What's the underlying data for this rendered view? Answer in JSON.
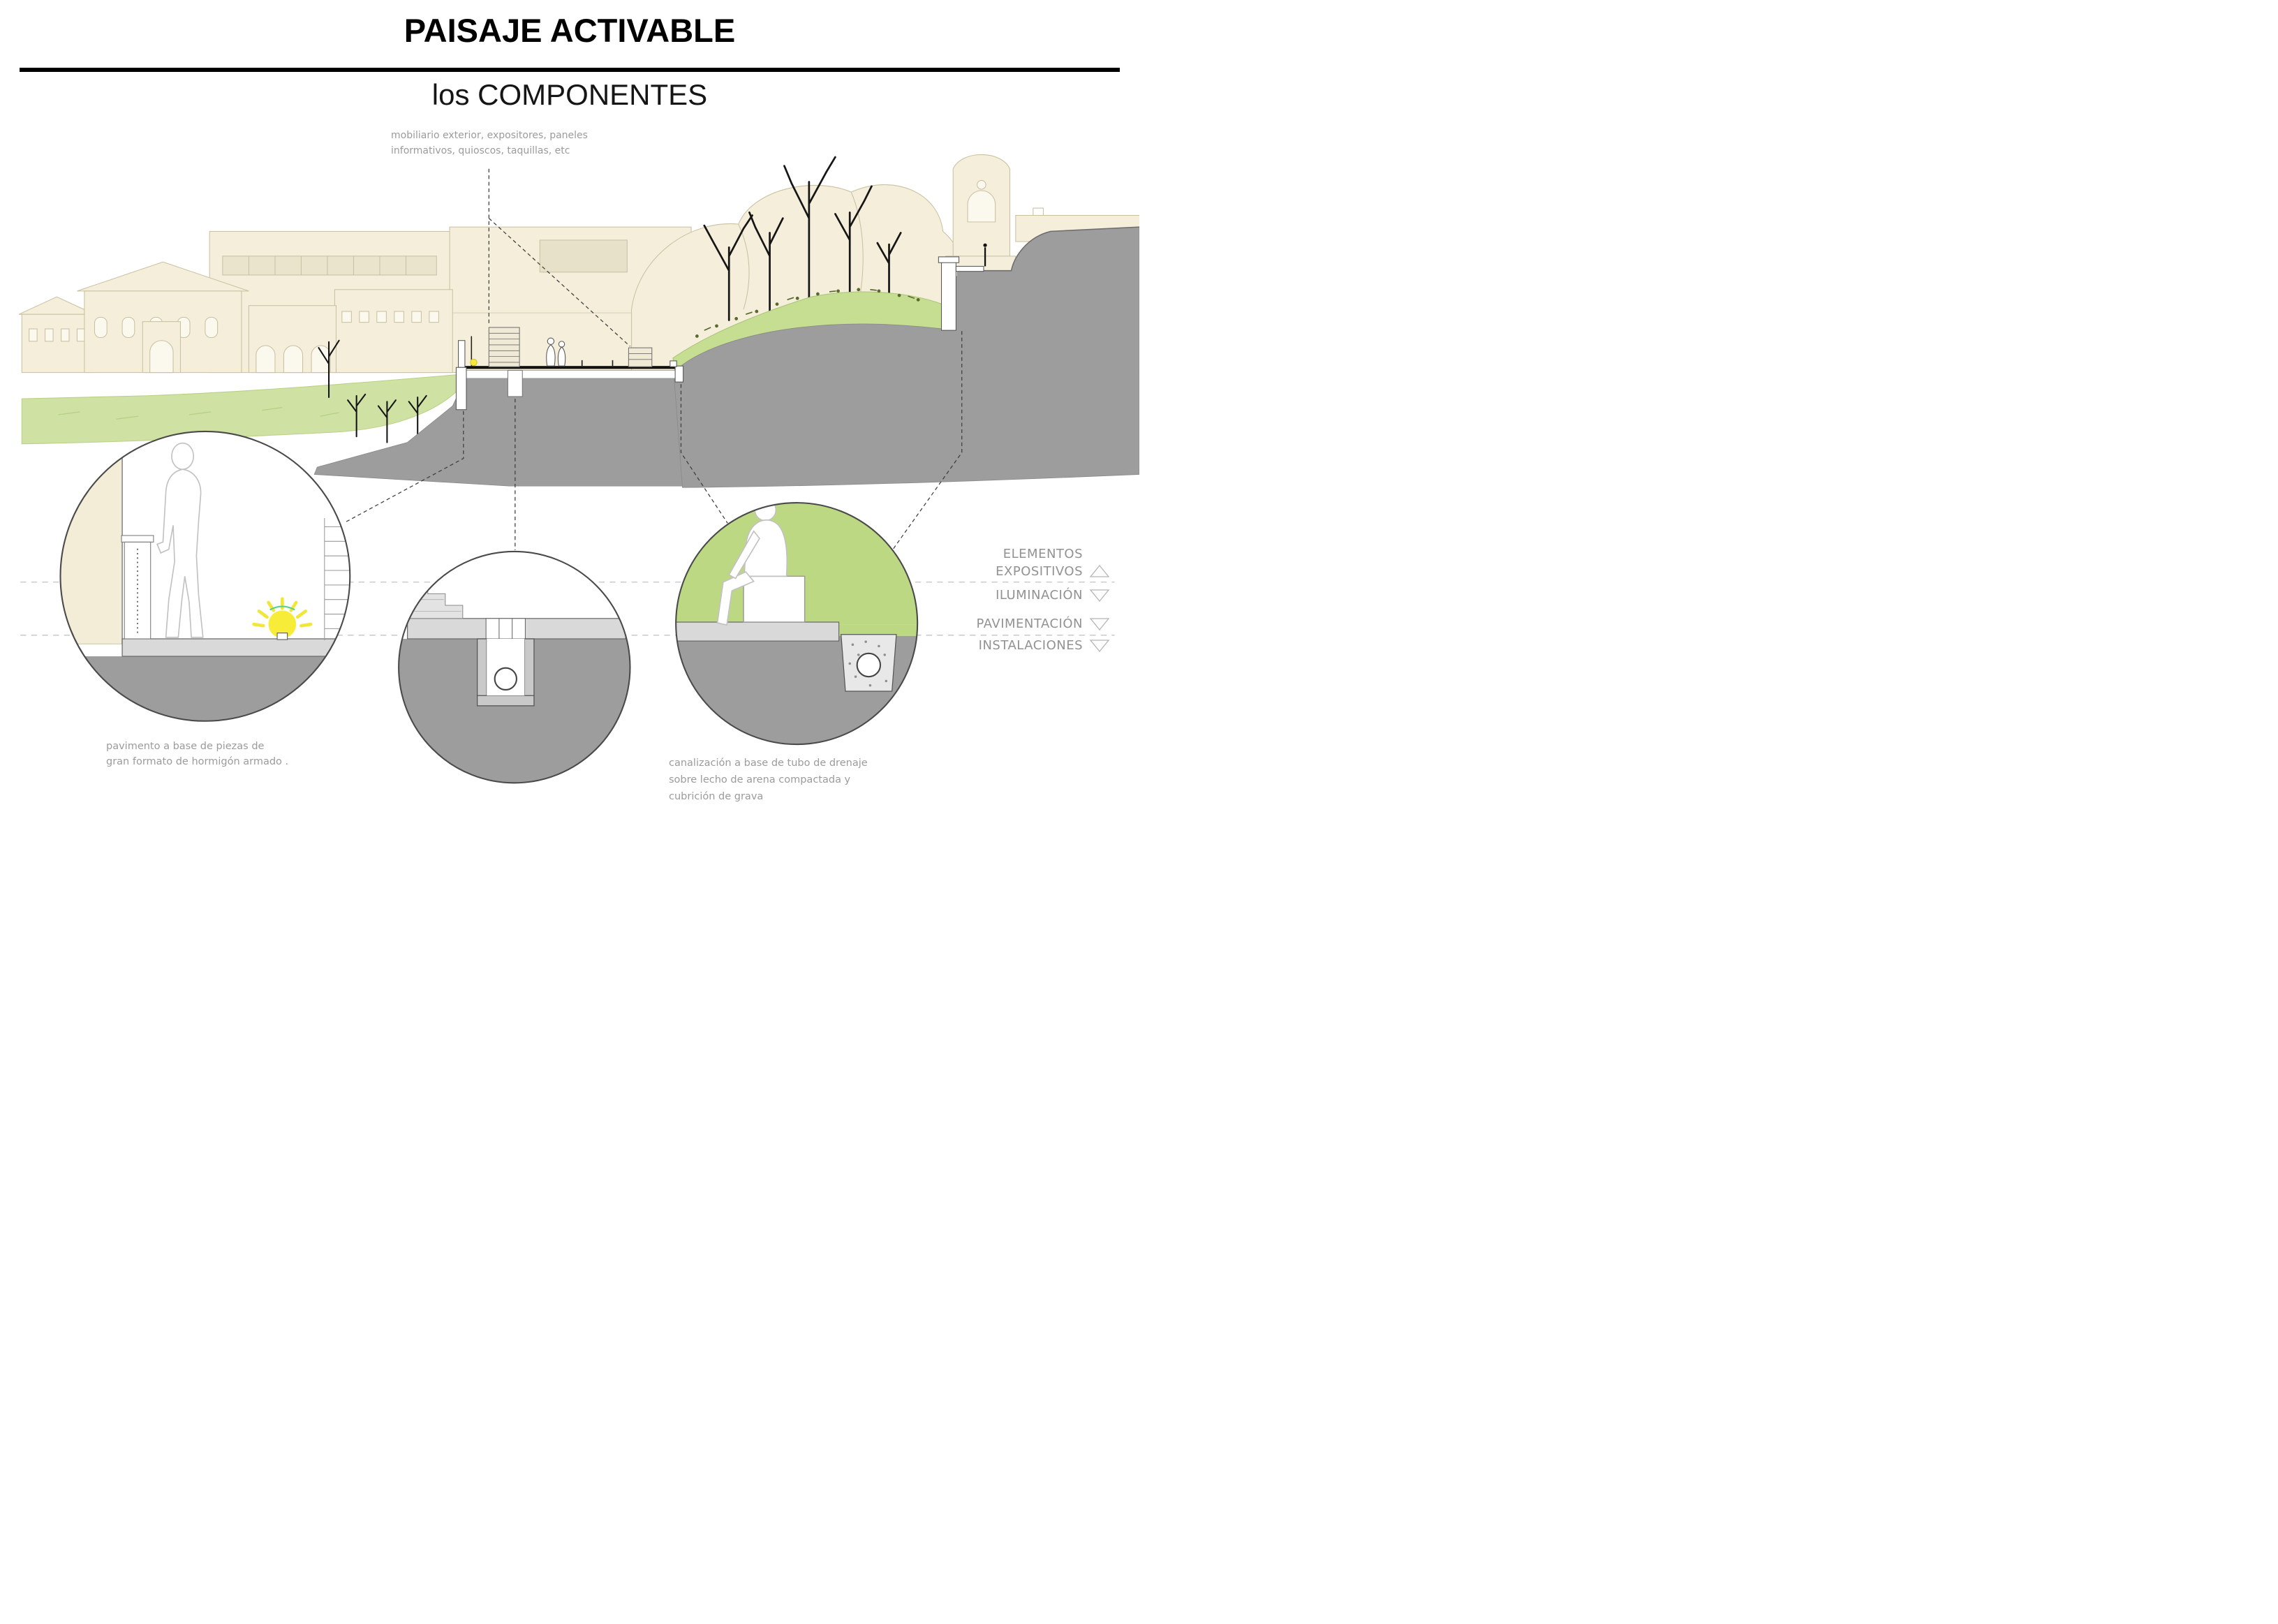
{
  "header": {
    "title": "PAISAJE ACTIVABLE",
    "subtitle": "los COMPONENTES"
  },
  "annotations": {
    "mobiliario": "mobiliario exterior, expositores, paneles\ninformativos, quioscos, taquillas, etc",
    "pavimento": "pavimento  a base de piezas de\ngran formato de hormigón armado .",
    "canalizacion": "canalización a base de tubo de drenaje\nsobre lecho de arena compactada y\ncubrición de grava"
  },
  "legend": {
    "items": [
      {
        "label": "ELEMENTOS\nEXPOSITIVOS",
        "marker": "triangle-up"
      },
      {
        "label": "ILUMINACIÓN",
        "marker": "triangle-down"
      },
      {
        "label": "PAVIMENTACIÓN",
        "marker": "triangle-down"
      },
      {
        "label": "INSTALACIONES",
        "marker": "triangle-down"
      }
    ]
  },
  "colors": {
    "building_beige": "#f4eeda",
    "lawn_green": "#cfe2a3",
    "hill_green": "#c6de92",
    "circle_green": "#bcd883",
    "ground_gray": "#9d9d9d",
    "slab_gray": "#d9d9d9",
    "light_yellow": "#f7ec38",
    "divider_black": "#000000",
    "annotation_gray": "#9b9b9b"
  }
}
